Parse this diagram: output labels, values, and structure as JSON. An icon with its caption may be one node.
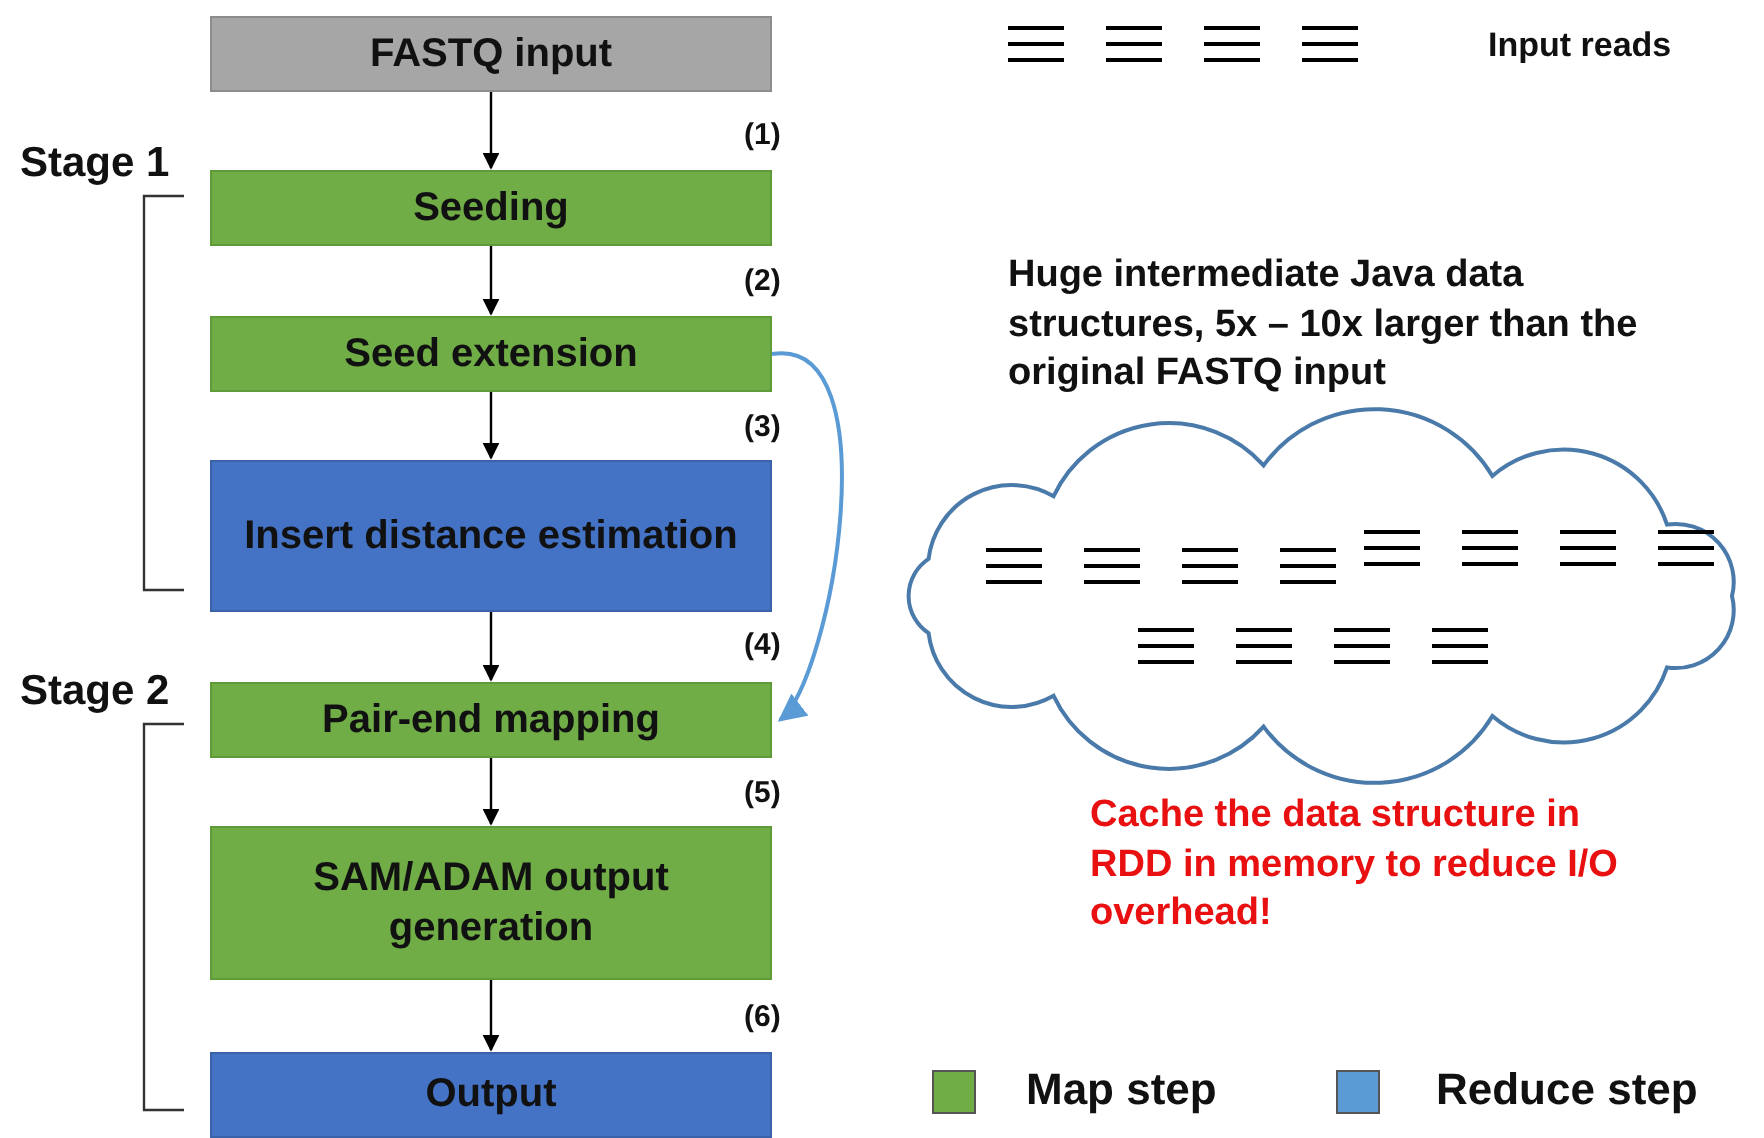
{
  "diagram": {
    "nodes": [
      {
        "text": [
          "FASTQ input"
        ]
      },
      {
        "text": [
          "Seeding"
        ]
      },
      {
        "text": [
          "Seed extension"
        ]
      },
      {
        "text": [
          "Insert distance estimation"
        ]
      },
      {
        "text": [
          "Pair-end mapping"
        ]
      },
      {
        "text": [
          "SAM/ADAM output generation"
        ]
      },
      {
        "text": [
          "Output"
        ]
      }
    ],
    "edges": [
      {
        "from": 0,
        "to": 1,
        "arrow": "to"
      },
      {
        "from": 1,
        "to": 2,
        "arrow": "to"
      },
      {
        "from": 2,
        "to": 3,
        "arrow": "to"
      },
      {
        "from": 3,
        "to": 4,
        "arrow": "to"
      },
      {
        "from": 4,
        "to": 5,
        "arrow": "to"
      },
      {
        "from": 5,
        "to": 6,
        "arrow": "to"
      },
      {
        "from": 2,
        "to": 4,
        "arrow": "to",
        "color": "#5b9bd5"
      }
    ],
    "labels": [
      "Stage 1",
      "(1)",
      "(2)",
      "(3)",
      "Stage 2",
      "(4)",
      "(5)",
      "(6)",
      "Input reads",
      "Huge intermediate Java data structures, 5x – 10x larger than the original FASTQ input",
      "Cache the data structure in RDD in memory to reduce I/O overhead!"
    ],
    "legend": [
      {
        "text": "Map step",
        "color": "#70ad47"
      },
      {
        "text": "Reduce step",
        "color": "#5b9bd5"
      }
    ]
  }
}
